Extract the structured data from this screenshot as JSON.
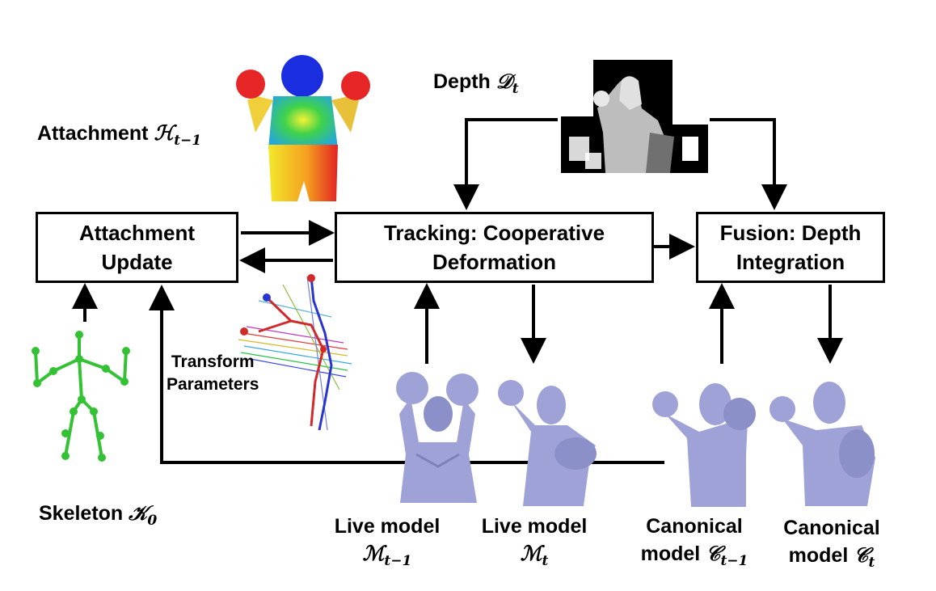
{
  "boxes": {
    "attachment": {
      "line1": "Attachment",
      "line2": "Update"
    },
    "tracking": {
      "line1": "Tracking: Cooperative",
      "line2": "Deformation"
    },
    "fusion": {
      "line1": "Fusion: Depth",
      "line2": "Integration"
    }
  },
  "labels": {
    "depth": {
      "text": "Depth ",
      "sym": "𝒟",
      "sub": "t"
    },
    "attachment_prev": {
      "text": "Attachment ",
      "sym": "ℋ",
      "sub": "t−1"
    },
    "skeleton": {
      "text": "Skeleton ",
      "sym": "𝒦",
      "sub": "0"
    },
    "transform": {
      "line1": "Transform",
      "line2": "Parameters"
    },
    "live_prev": {
      "text": "Live model",
      "sym": "ℳ",
      "sub": "t−1"
    },
    "live_curr": {
      "text": "Live model",
      "sym": "ℳ",
      "sub": "t"
    },
    "canon_prev": {
      "line1": "Canonical",
      "text": "model ",
      "sym": "𝒞",
      "sub": "t−1"
    },
    "canon_curr": {
      "line1": "Canonical",
      "text": "model ",
      "sym": "𝒞",
      "sub": "t"
    }
  },
  "colors": {
    "mesh": "#9fa2d6",
    "skeleton": "#33c233",
    "depth_bg": "#000000",
    "arrow": "#000000"
  }
}
